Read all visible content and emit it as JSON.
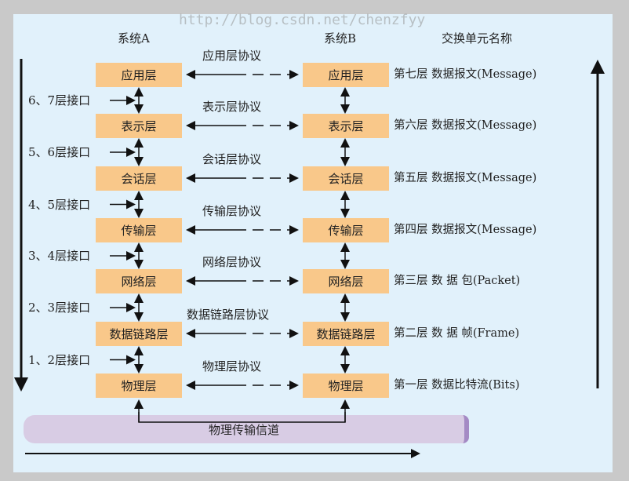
{
  "headers": {
    "system_a": "系统A",
    "system_b": "系统B",
    "unit_name": "交换单元名称"
  },
  "layers": [
    {
      "name": "应用层",
      "protocol": "应用层协议",
      "unit": "第七层  数据报文(Message)"
    },
    {
      "name": "表示层",
      "protocol": "表示层协议",
      "unit": "第六层  数据报文(Message)"
    },
    {
      "name": "会话层",
      "protocol": "会话层协议",
      "unit": "第五层  数据报文(Message)"
    },
    {
      "name": "传输层",
      "protocol": "传输层协议",
      "unit": "第四层  数据报文(Message)"
    },
    {
      "name": "网络层",
      "protocol": "网络层协议",
      "unit": "第三层  数  据  包(Packet)"
    },
    {
      "name": "数据链路层",
      "protocol": "数据链路层协议",
      "unit": "第二层  数  据  帧(Frame)"
    },
    {
      "name": "物理层",
      "protocol": "物理层协议",
      "unit": "第一层  数据比特流(Bits)"
    }
  ],
  "interfaces": [
    "6、7层接口",
    "5、6层接口",
    "4、5层接口",
    "3、4层接口",
    "2、3层接口",
    "1、2层接口"
  ],
  "channel": "物理传输信道",
  "watermark": "http://blog.csdn.net/chenzfyy",
  "colors": {
    "layer_box": "#f9c88a",
    "panel": "#e1f1fb",
    "channel": "#d8cce4"
  }
}
